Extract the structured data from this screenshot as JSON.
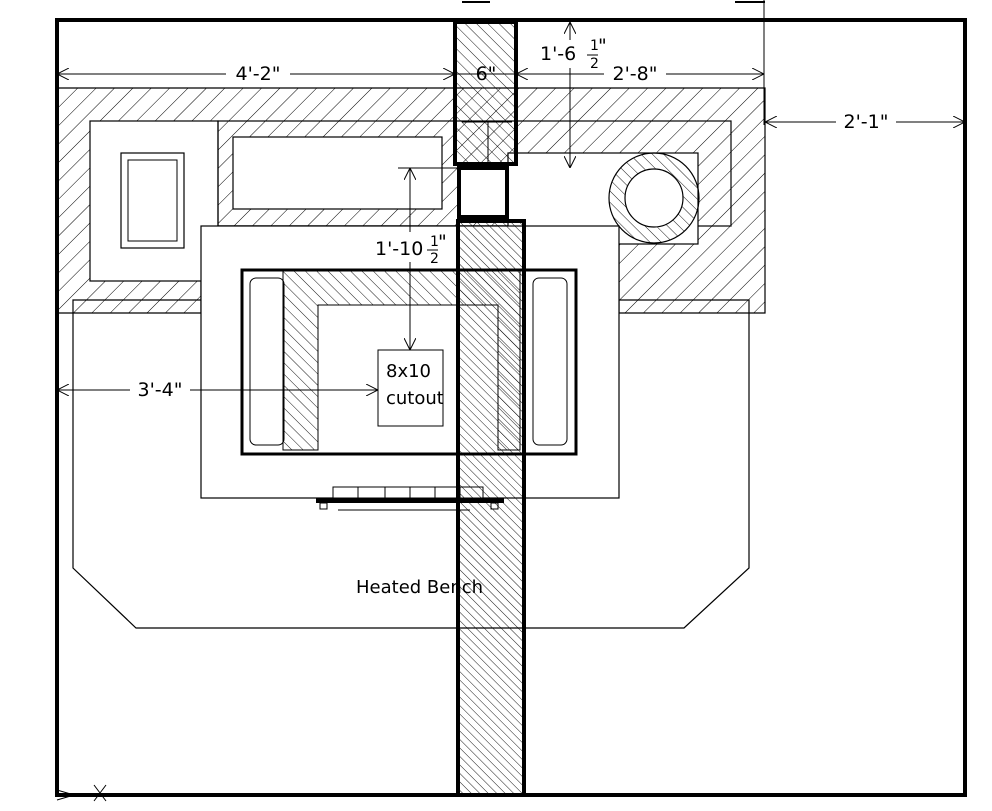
{
  "dimensions": {
    "top_left_width": "4'-2\"",
    "flue_width": "6\"",
    "flue_depth_whole": "1'-6",
    "flue_depth_num": "1",
    "flue_depth_den": "2",
    "flue_depth_mark": "\"",
    "top_right_width": "2'-8\"",
    "side_clearance": "2'-1\"",
    "cutout_offset_whole": "1'-10",
    "cutout_offset_num": "1",
    "cutout_offset_den": "2",
    "cutout_offset_mark": "\"",
    "left_clearance": "3'-4\""
  },
  "labels": {
    "cutout_line1": "8x10",
    "cutout_line2": "cutout",
    "bench": "Heated Bench"
  }
}
